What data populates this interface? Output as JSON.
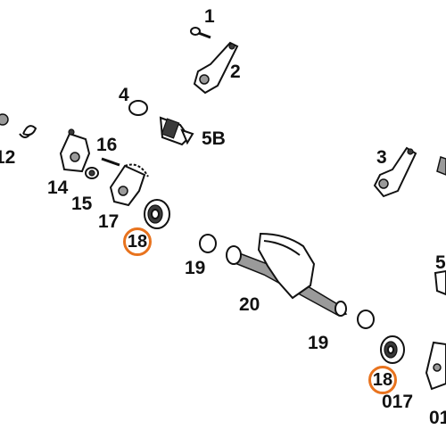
{
  "labels": {
    "p1": "1",
    "p2": "2",
    "p3": "3",
    "p4": "4",
    "p5b": "5B",
    "p5": "5",
    "p12": "12",
    "p14": "14",
    "p15": "15",
    "p16": "16",
    "p17a": "17",
    "p18a": "18",
    "p19a": "19",
    "p19b": "19",
    "p20": "20",
    "p18b": "18",
    "p017": "017",
    "p01": "01"
  },
  "highlight_color": "#e8731e"
}
